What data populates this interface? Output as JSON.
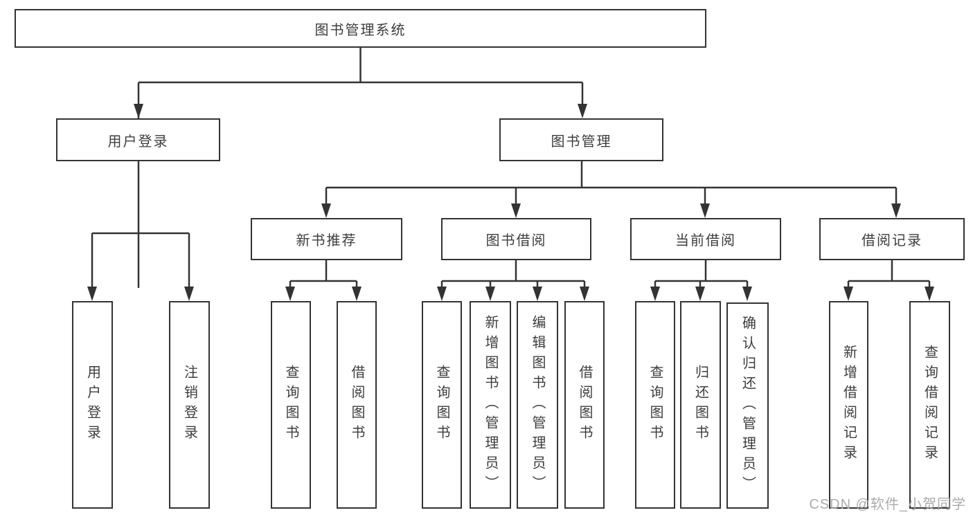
{
  "colors": {
    "line": "#333333",
    "box_border": "#333333",
    "box_fill": "#ffffff",
    "text": "#3d3d3d",
    "watermark": "#ababab"
  },
  "tree": {
    "root": {
      "label": "图书管理系统"
    },
    "branches": [
      {
        "label": "用户登录",
        "children": [
          {
            "label": "用户登录"
          },
          {
            "label": "注销登录"
          }
        ]
      },
      {
        "label": "图书管理",
        "children": [
          {
            "label": "新书推荐",
            "children": [
              {
                "label": "查询图书"
              },
              {
                "label": "借阅图书"
              }
            ]
          },
          {
            "label": "图书借阅",
            "children": [
              {
                "label": "查询图书"
              },
              {
                "label": "新增图书（管理员）"
              },
              {
                "label": "编辑图书（管理员）"
              },
              {
                "label": "借阅图书"
              }
            ]
          },
          {
            "label": "当前借阅",
            "children": [
              {
                "label": "查询图书"
              },
              {
                "label": "归还图书"
              },
              {
                "label": "确认归还（管理员）"
              }
            ]
          },
          {
            "label": "借阅记录",
            "children": [
              {
                "label": "新增借阅记录"
              },
              {
                "label": "查询借阅记录"
              }
            ]
          }
        ]
      }
    ]
  },
  "watermark": {
    "text": "CSDN @软件_小贺同学"
  }
}
